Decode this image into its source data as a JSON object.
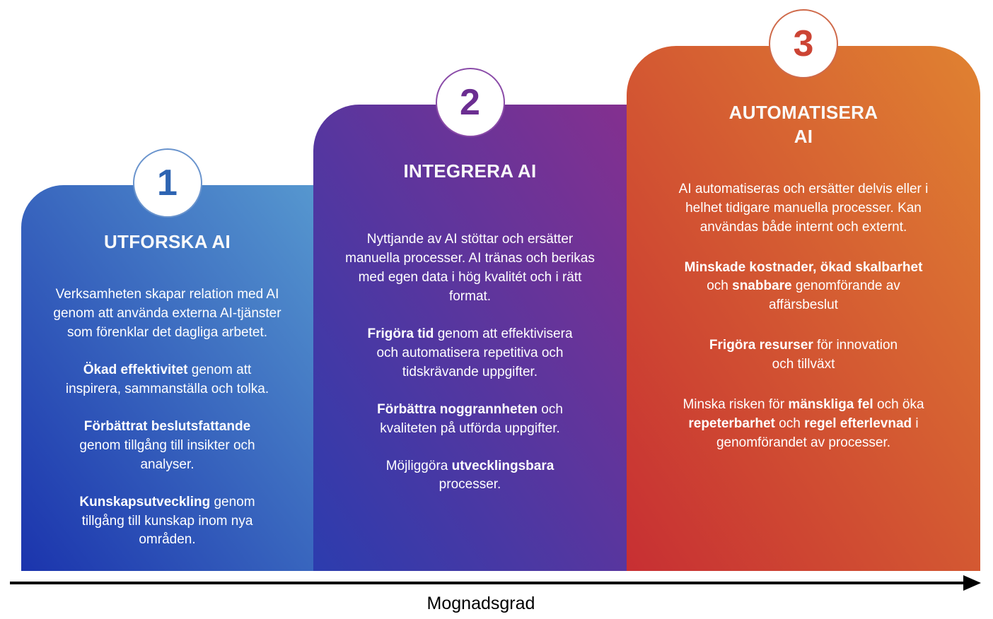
{
  "figure": {
    "background_color": "#ffffff",
    "arrow_color": "#000000",
    "axis_label": "Mognadsgrad"
  },
  "stages": [
    {
      "number": "1",
      "title": "UTFORSKA AI",
      "number_color": "#2d64b2",
      "circle_border_color": "#6a94cd",
      "gradient_from": "#1b34ad",
      "gradient_to": "#5697cf",
      "paragraphs": [
        [
          {
            "text": "Verksamheten skapar relation med AI\ngenom att använda externa AI-tjänster\nsom förenklar det dagliga arbetet.",
            "bold": false
          }
        ],
        [
          {
            "text": "Ökad effektivitet",
            "bold": true
          },
          {
            "text": " genom att\ninspirera, sammanställa och tolka.",
            "bold": false
          }
        ],
        [
          {
            "text": "Förbättrat beslutsfattande",
            "bold": true
          },
          {
            "text": "\ngenom tillgång till insikter och\nanalyser.",
            "bold": false
          }
        ],
        [
          {
            "text": "Kunskapsutveckling",
            "bold": true
          },
          {
            "text": " genom\ntillgång till kunskap inom nya\nområden.",
            "bold": false
          }
        ]
      ]
    },
    {
      "number": "2",
      "title": "INTEGRERA AI",
      "number_color": "#6b2d91",
      "circle_border_color": "#8a4ba8",
      "gradient_from": "#2c3cae",
      "gradient_to": "#84308f",
      "paragraphs": [
        [
          {
            "text": "Nyttjande av AI stöttar och ersätter\nmanuella processer. AI tränas och berikas\nmed egen data i hög kvalitét och i rätt\nformat.",
            "bold": false
          }
        ],
        [
          {
            "text": "Frigöra tid",
            "bold": true
          },
          {
            "text": " genom att effektivisera\noch automatisera repetitiva och\ntidskrävande uppgifter.",
            "bold": false
          }
        ],
        [
          {
            "text": "Förbättra noggrannheten",
            "bold": true
          },
          {
            "text": " och\nkvaliteten på utförda uppgifter.",
            "bold": false
          }
        ],
        [
          {
            "text": "Möjliggöra ",
            "bold": false
          },
          {
            "text": "utvecklingsbara",
            "bold": true
          },
          {
            "text": "\nprocesser.",
            "bold": false
          }
        ]
      ]
    },
    {
      "number": "3",
      "title": "AUTOMATISERA\nAI",
      "number_color": "#cc4434",
      "circle_border_color": "#cf6a4a",
      "gradient_from": "#c72f33",
      "gradient_to": "#e08231",
      "paragraphs": [
        [
          {
            "text": "AI automatiseras och ersätter delvis eller i\nhelhet tidigare manuella processer. Kan\nanvändas både internt och externt.",
            "bold": false
          }
        ],
        [
          {
            "text": "Minskade kostnader, ökad skalbarhet",
            "bold": true
          },
          {
            "text": "\noch ",
            "bold": false
          },
          {
            "text": "snabbare",
            "bold": true
          },
          {
            "text": " genomförande av\naffärsbeslut",
            "bold": false
          }
        ],
        [
          {
            "text": "Frigöra resurser",
            "bold": true
          },
          {
            "text": " för innovation\noch tillväxt",
            "bold": false
          }
        ],
        [
          {
            "text": "Minska risken för ",
            "bold": false
          },
          {
            "text": "mänskliga fel",
            "bold": true
          },
          {
            "text": " och öka\n",
            "bold": false
          },
          {
            "text": "repeterbarhet",
            "bold": true
          },
          {
            "text": " och ",
            "bold": false
          },
          {
            "text": "regel efterlevnad",
            "bold": true
          },
          {
            "text": " i\ngenomförandet av processer.",
            "bold": false
          }
        ]
      ]
    }
  ]
}
